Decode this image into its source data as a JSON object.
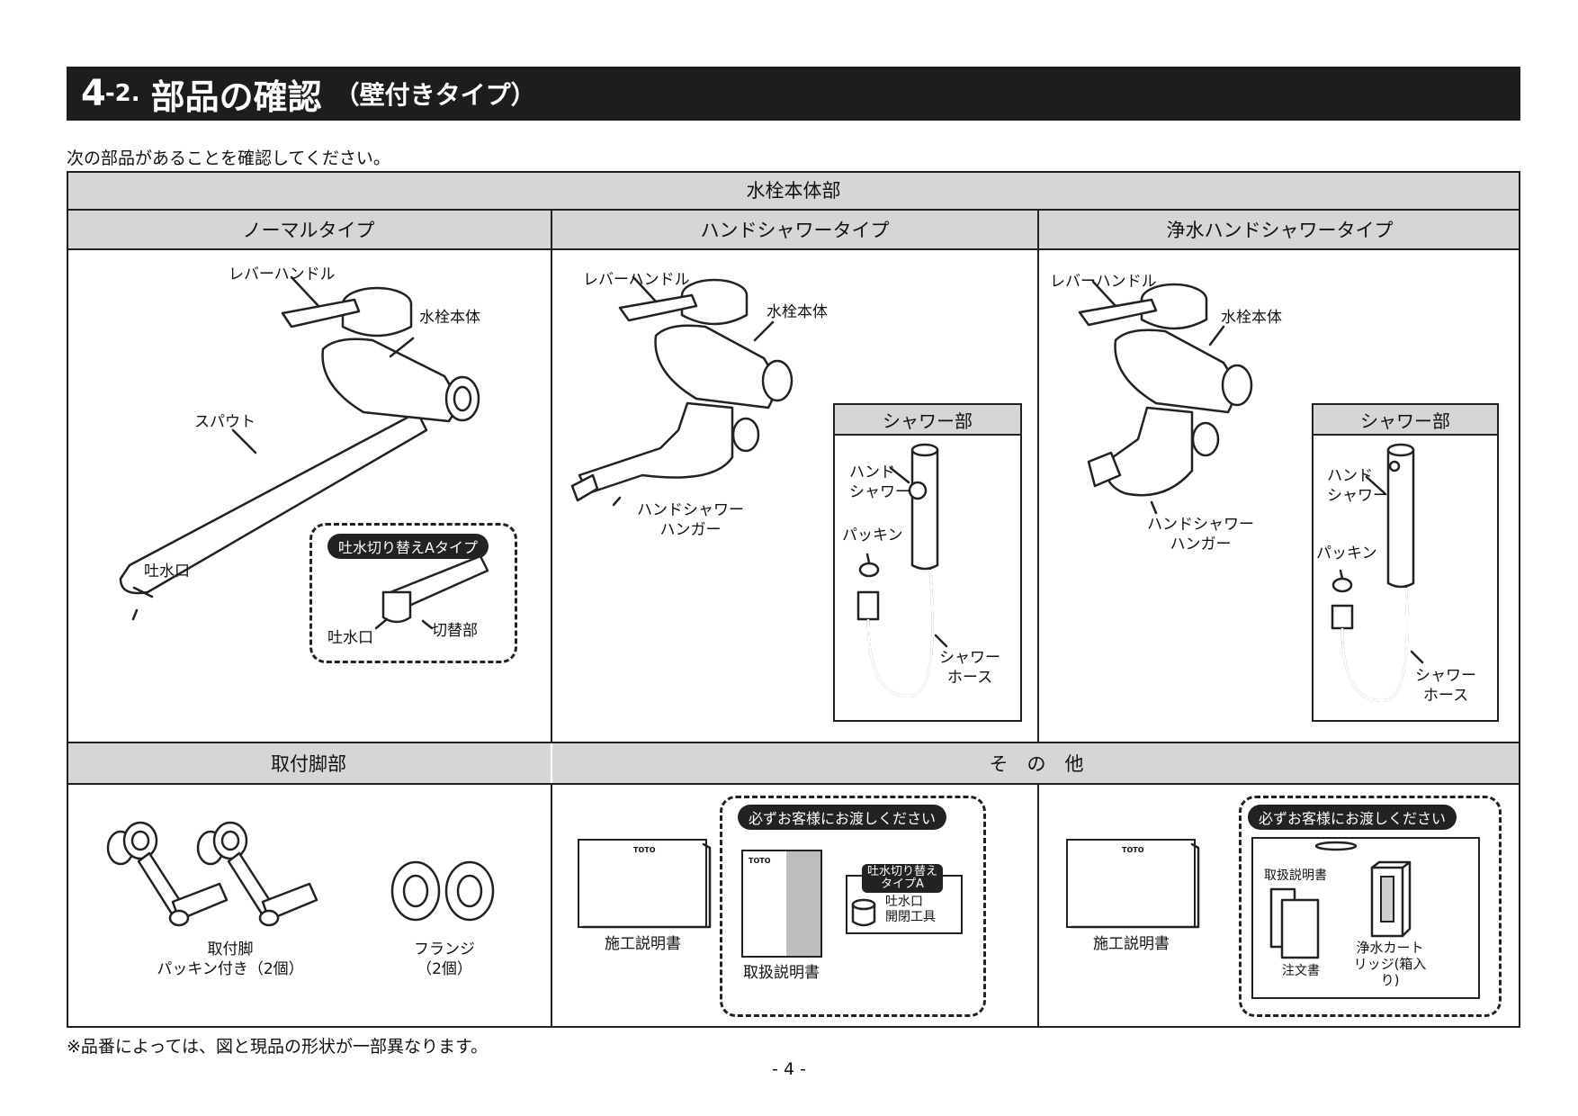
{
  "header": {
    "number": "4",
    "sub_number": "-2.",
    "title": "部品の確認",
    "title_paren": "（壁付きタイプ）"
  },
  "intro": "次の部品があることを確認してください。",
  "table": {
    "top_header": "水栓本体部",
    "columns": [
      "ノーマルタイプ",
      "ハンドシャワータイプ",
      "浄水ハンドシャワータイプ"
    ],
    "normal": {
      "lever": "レバーハンドル",
      "body": "水栓本体",
      "spout": "スパウト",
      "outlet": "吐水口",
      "inset_title": "吐水切り替えAタイプ",
      "inset_outlet": "吐水口",
      "inset_switch": "切替部"
    },
    "handshower": {
      "lever": "レバーハンドル",
      "body": "水栓本体",
      "hanger": "ハンドシャワー\nハンガー",
      "shower_part": "シャワー部",
      "hand_shower": "ハンド\nシャワー",
      "packing": "パッキン",
      "hose": "シャワー\nホース"
    },
    "purifier": {
      "lever": "レバーハンドル",
      "body": "水栓本体",
      "hanger": "ハンドシャワー\nハンガー",
      "shower_part": "シャワー部",
      "hand_shower": "ハンド\nシャワー",
      "packing": "パッキン",
      "hose": "シャワー\nホース"
    },
    "bottom_left_header": "取付脚部",
    "bottom_right_header": "そ　の　他",
    "legs": {
      "leg_label": "取付脚\nパッキン付き（2個）",
      "flange_label": "フランジ\n（2個）"
    },
    "others_mid": {
      "install_manual": "施工説明書",
      "dash_title": "必ずお客様にお渡しください",
      "user_manual": "取扱説明書",
      "tool_title": "吐水切り替え\nタイプA",
      "tool_label": "吐水口\n開閉工具",
      "brand": "TOTO"
    },
    "others_right": {
      "install_manual": "施工説明書",
      "dash_title": "必ずお客様にお渡しください",
      "user_manual": "取扱説明書",
      "order_form": "注文書",
      "cartridge": "浄水カート\nリッジ(箱入り)",
      "brand": "TOTO"
    }
  },
  "footnote": "※品番によっては、図と現品の形状が一部異なります。",
  "page_number": "- 4 -"
}
